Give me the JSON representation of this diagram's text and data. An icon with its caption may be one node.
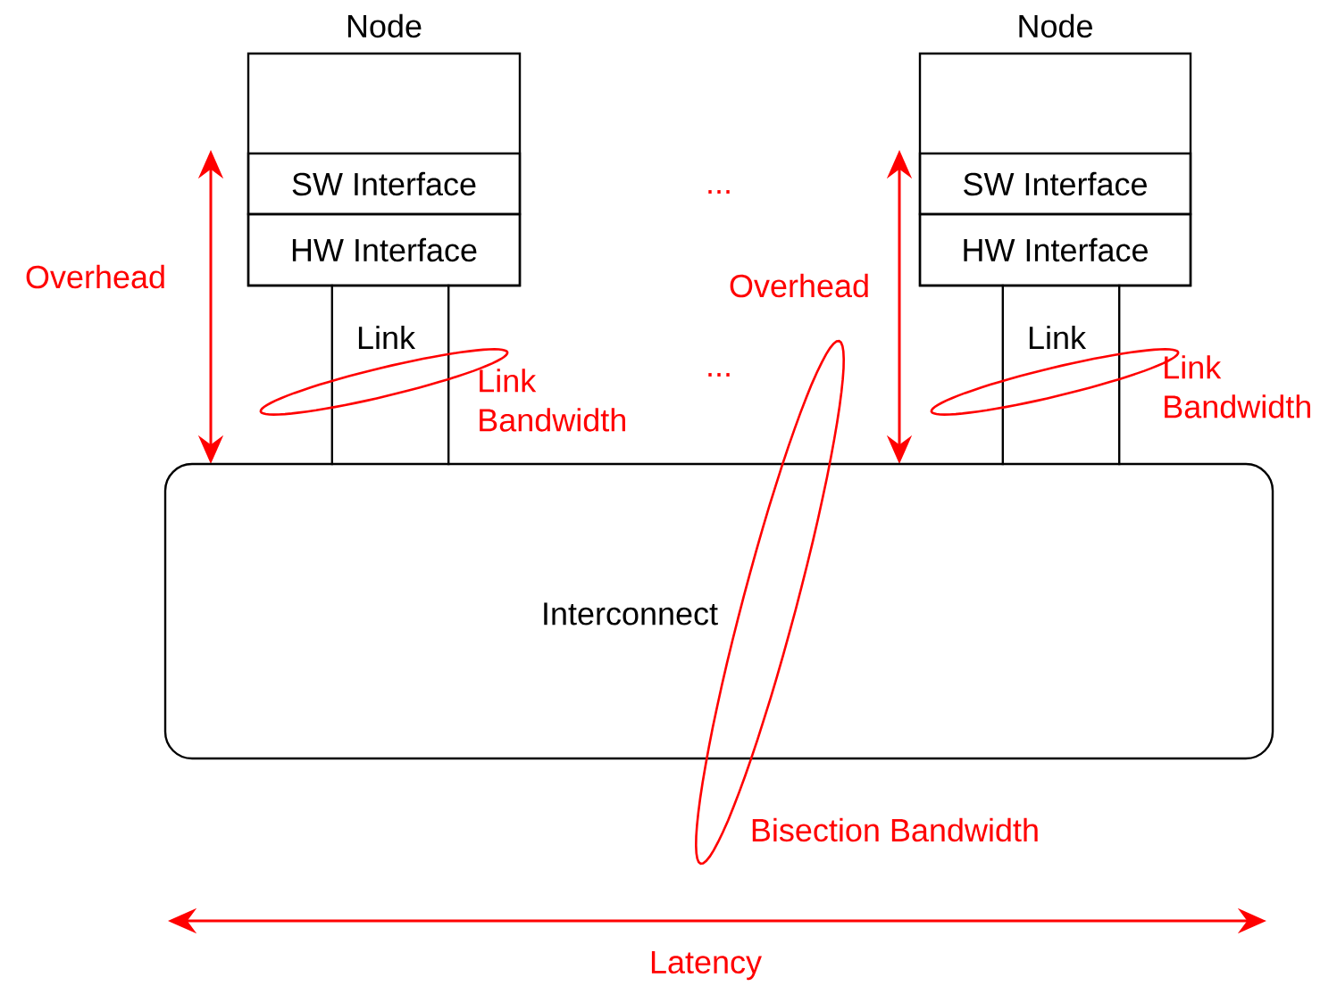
{
  "diagram": {
    "nodes": [
      {
        "text": [
          "Node"
        ]
      },
      {
        "text": [
          "SW Interface"
        ],
        "in": 0
      },
      {
        "text": [
          "HW Interface"
        ],
        "in": 0
      },
      {
        "text": [
          "Link"
        ]
      },
      {
        "text": [
          "Node"
        ]
      },
      {
        "text": [
          "SW Interface"
        ],
        "in": 4
      },
      {
        "text": [
          "HW Interface"
        ],
        "in": 4
      },
      {
        "text": [
          "Link"
        ]
      },
      {
        "text": [
          "Interconnect"
        ]
      }
    ],
    "labels": [
      "...",
      "Overhead",
      "Overhead",
      "...",
      "Link Bandwidth",
      "Link Bandwidth",
      "Bisection Bandwidth",
      "Latency"
    ]
  }
}
